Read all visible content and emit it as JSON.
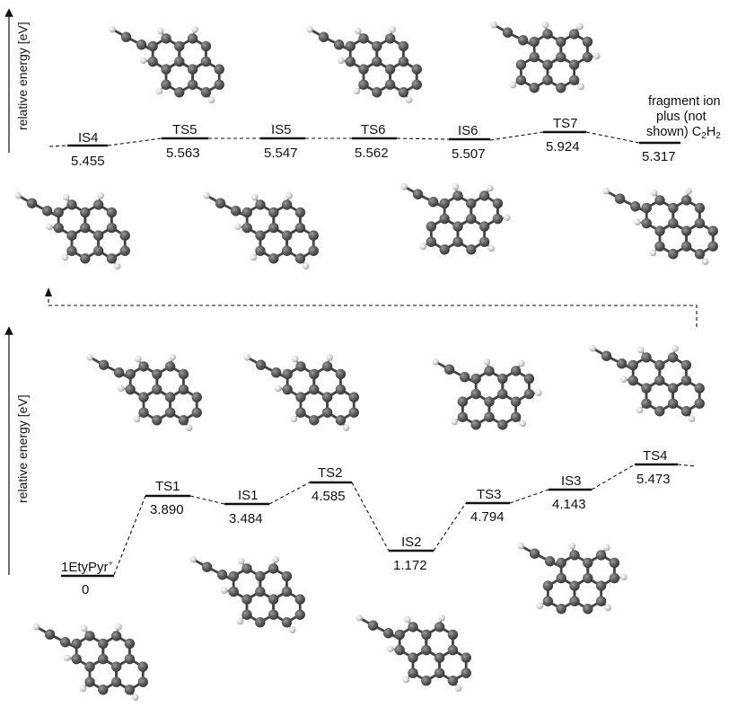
{
  "axis_label": "relative energy [eV]",
  "panel_top": {
    "levels": [
      {
        "name": "IS4",
        "energy": "5.455"
      },
      {
        "name": "TS5",
        "energy": "5.563"
      },
      {
        "name": "IS5",
        "energy": "5.547"
      },
      {
        "name": "TS6",
        "energy": "5.562"
      },
      {
        "name": "IS6",
        "energy": "5.507"
      },
      {
        "name": "TS7",
        "energy": "5.924"
      },
      {
        "name": "",
        "energy": "5.317"
      }
    ],
    "fragment_note": {
      "line1": "fragment ion",
      "line2": "plus (not",
      "line3": "shown) C",
      "subscript": "2",
      "tail": "H",
      "tail_sub": "2"
    }
  },
  "panel_bottom": {
    "levels": [
      {
        "name": "1EtyPyr",
        "superscript": "+",
        "energy": "0"
      },
      {
        "name": "TS1",
        "energy": "3.890"
      },
      {
        "name": "IS1",
        "energy": "3.484"
      },
      {
        "name": "TS2",
        "energy": "4.585"
      },
      {
        "name": "IS2",
        "energy": "1.172"
      },
      {
        "name": "TS3",
        "energy": "4.794"
      },
      {
        "name": "IS3",
        "energy": "4.143"
      },
      {
        "name": "TS4",
        "energy": "5.473"
      }
    ]
  },
  "colors": {
    "atom_carbon": "#5a5a5a",
    "atom_hydrogen": "#d8d8d8",
    "line": "#111111"
  },
  "molecule_icons": [
    "molecule-icon"
  ]
}
